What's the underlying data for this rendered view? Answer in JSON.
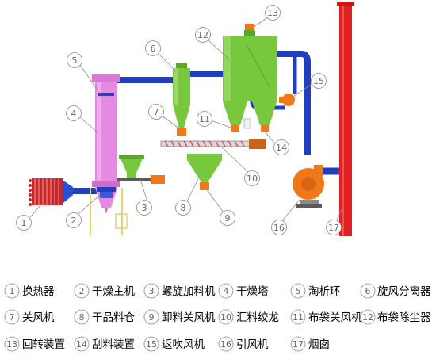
{
  "callouts": [
    "1",
    "2",
    "3",
    "4",
    "5",
    "6",
    "7",
    "8",
    "9",
    "10",
    "11",
    "12",
    "13",
    "14",
    "15",
    "16",
    "17"
  ],
  "legend": [
    {
      "num": "1",
      "label": "换热器"
    },
    {
      "num": "2",
      "label": "干燥主机"
    },
    {
      "num": "3",
      "label": "螺旋加料机"
    },
    {
      "num": "4",
      "label": "干燥塔"
    },
    {
      "num": "5",
      "label": "淘析环"
    },
    {
      "num": "6",
      "label": "旋风分离器"
    },
    {
      "num": "7",
      "label": "关风机"
    },
    {
      "num": "8",
      "label": "干品料仓"
    },
    {
      "num": "9",
      "label": "卸料关风机"
    },
    {
      "num": "10",
      "label": "汇料绞龙"
    },
    {
      "num": "11",
      "label": "布袋关风机"
    },
    {
      "num": "12",
      "label": "布袋除尘器"
    },
    {
      "num": "13",
      "label": "回转装置"
    },
    {
      "num": "14",
      "label": "刮料装置"
    },
    {
      "num": "15",
      "label": "返吹风机"
    },
    {
      "num": "16",
      "label": "引风机"
    },
    {
      "num": "17",
      "label": "烟囱"
    }
  ],
  "colors": {
    "pipe": "#1f3fbf",
    "chimney": "#e0201e",
    "tower": "#e48ae0",
    "green": "#78c83e",
    "orange": "#f07818",
    "heater": "#c8282a",
    "support": "#f2e08a"
  }
}
